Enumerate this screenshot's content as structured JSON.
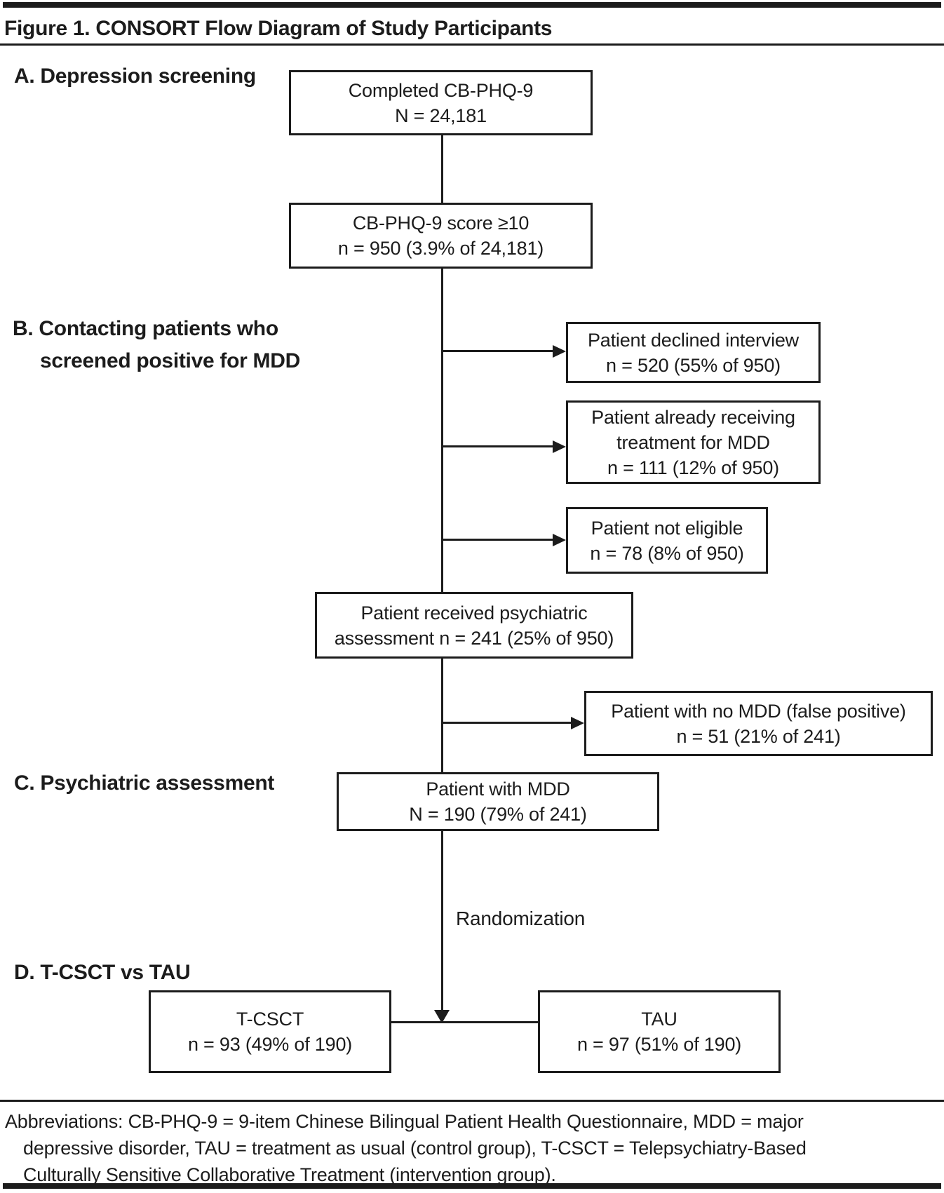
{
  "page": {
    "title": "Figure 1. CONSORT Flow Diagram of Study Participants"
  },
  "sections": {
    "a": {
      "label": "A. Depression screening"
    },
    "b": {
      "line1": "B. Contacting patients who",
      "line2": "screened positive for MDD"
    },
    "c": {
      "label": "C. Psychiatric assessment"
    },
    "d": {
      "label": "D. T-CSCT vs TAU"
    }
  },
  "nodes": {
    "completed_phq9": {
      "line1": "Completed CB-PHQ-9",
      "line2": "N = 24,181"
    },
    "phq9_score": {
      "line1": "CB-PHQ-9 score ≥10",
      "line2": "n = 950 (3.9% of 24,181)"
    },
    "declined_interview": {
      "line1": "Patient declined interview",
      "line2": "n = 520 (55% of 950)"
    },
    "already_receiving": {
      "line1": "Patient already receiving",
      "line2": "treatment for MDD",
      "line3": "n = 111 (12% of 950)"
    },
    "not_eligible": {
      "line1": "Patient not eligible",
      "line2": "n = 78 (8% of 950)"
    },
    "received_assessment": {
      "line1": "Patient received psychiatric",
      "line2": "assessment n = 241 (25% of 950)"
    },
    "false_positive": {
      "line1": "Patient with no MDD (false positive)",
      "line2": "n = 51 (21% of 241)"
    },
    "patient_mdd": {
      "line1": "Patient with MDD",
      "line2": "N = 190 (79% of 241)"
    },
    "tcsct": {
      "line1": "T-CSCT",
      "line2": "n = 93 (49% of 190)"
    },
    "tau": {
      "line1": "TAU",
      "line2": "n = 97 (51% of 190)"
    }
  },
  "labels": {
    "randomization": "Randomization"
  },
  "footer": {
    "line1": "Abbreviations: CB-PHQ-9 = 9-item Chinese Bilingual Patient Health Questionnaire, MDD = major",
    "line2": "depressive disorder, TAU = treatment as usual (control group), T-CSCT = Telepsychiatry-Based",
    "line3": "Culturally Sensitive Collaborative Treatment (intervention group)."
  },
  "colors": {
    "ink": "#1c1c1c",
    "background": "#ffffff"
  }
}
